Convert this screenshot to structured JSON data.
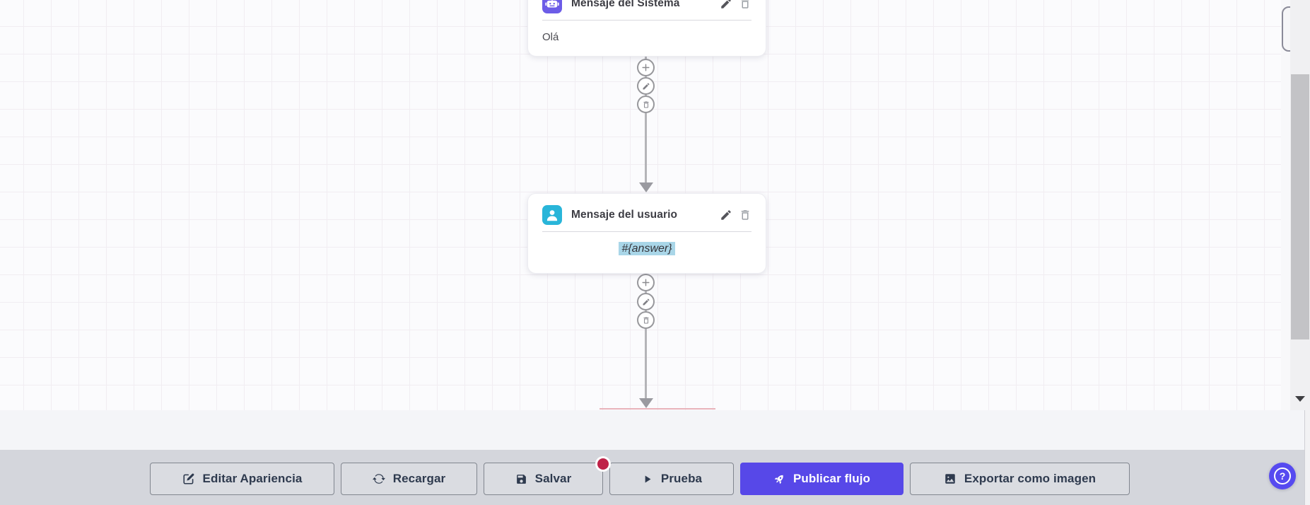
{
  "nodes": [
    {
      "title": "Mensaje del Sistema",
      "content": "Olá",
      "icon": "robot-icon"
    },
    {
      "title": "Mensaje del usuario",
      "content": "#{answer}",
      "icon": "user-icon",
      "content_highlighted": true
    }
  ],
  "connector_actions": {
    "add": "plus-icon",
    "edit": "pencil-icon",
    "delete": "trash-icon"
  },
  "toolbar": {
    "buttons": [
      {
        "label": "Editar Apariencia",
        "icon": "edit-square-icon"
      },
      {
        "label": "Recargar",
        "icon": "refresh-icon"
      },
      {
        "label": "Salvar",
        "icon": "save-icon",
        "badge_dot": true
      },
      {
        "label": "Prueba",
        "icon": "play-icon"
      },
      {
        "label": "Publicar flujo",
        "icon": "rocket-icon",
        "primary": true
      },
      {
        "label": "Exportar como imagen",
        "icon": "image-icon"
      }
    ]
  },
  "help": {
    "label": "?"
  },
  "colors": {
    "accent_primary": "#5748e8",
    "node_robot_icon_bg": "#6c5ce7",
    "node_user_icon_bg": "#29b5d9",
    "content_highlight": "#a9d6e8",
    "badge_red": "#bf2248",
    "help_fab_bg": "#564af0",
    "toolbar_bg": "#d4d6dc",
    "button_bg": "#dadce1",
    "button_border": "#81868f",
    "button_text": "#2e3a4e"
  }
}
